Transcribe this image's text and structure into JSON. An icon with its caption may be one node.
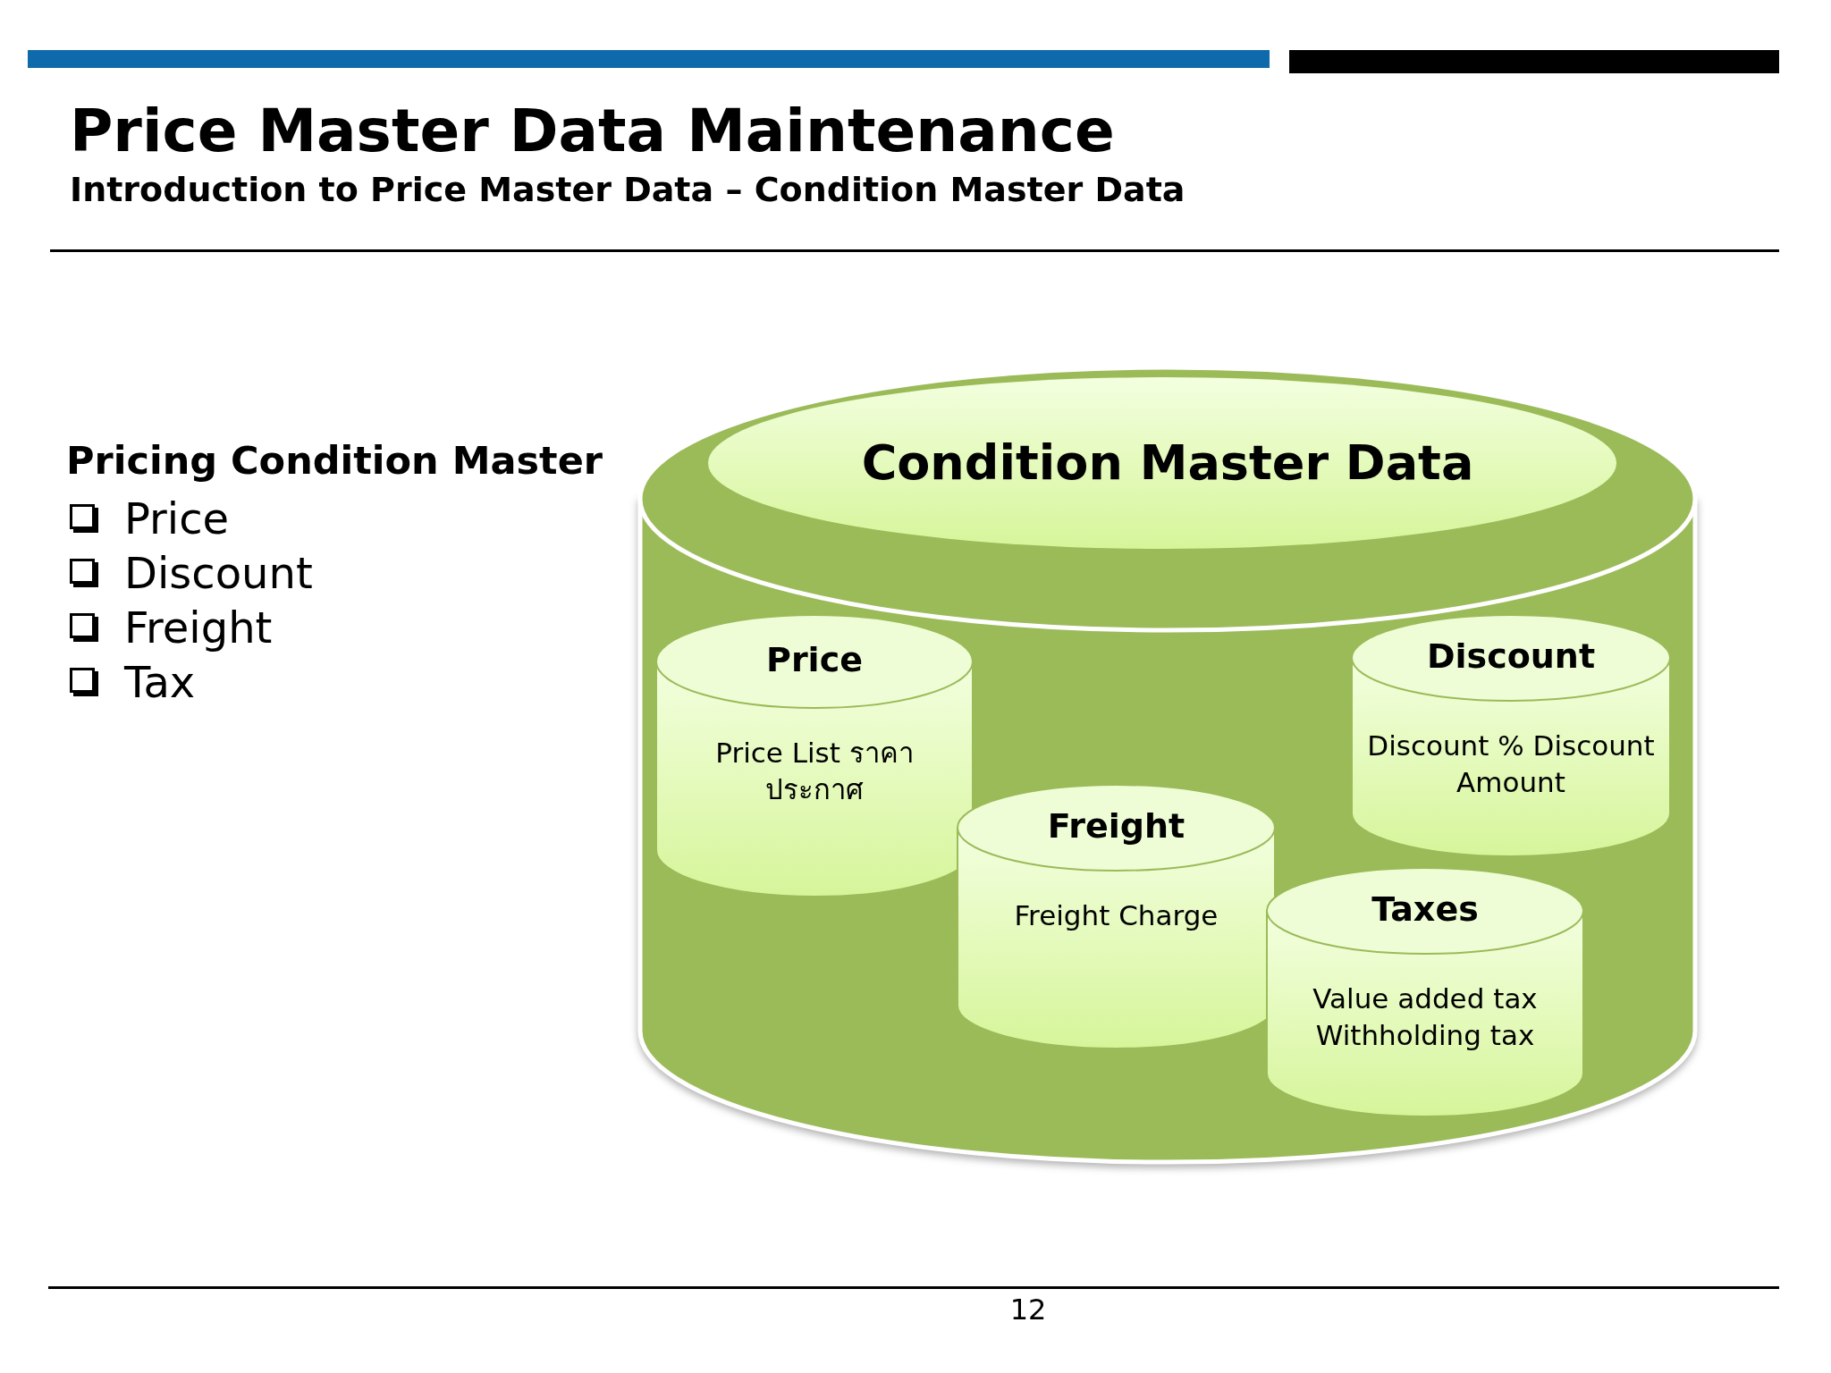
{
  "diagram": {
    "title": "Price Master Data Maintenance",
    "nodes": [
      {
        "text": [
          "Condition Master Data"
        ]
      },
      {
        "text": [
          "Price",
          "Price List ราคาประกาศ"
        ],
        "in": 0
      },
      {
        "text": [
          "Discount",
          "Discount % Discount Amount"
        ],
        "in": 0
      },
      {
        "text": [
          "Freight",
          "Freight Charge"
        ],
        "in": 0
      },
      {
        "text": [
          "Taxes",
          "Value added tax Withholding tax"
        ],
        "in": 0
      }
    ],
    "labels": [
      "Introduction to Price Master Data – Condition Master Data",
      "Pricing Condition Master",
      "Price",
      "Discount",
      "Freight",
      "Tax",
      "12"
    ]
  }
}
